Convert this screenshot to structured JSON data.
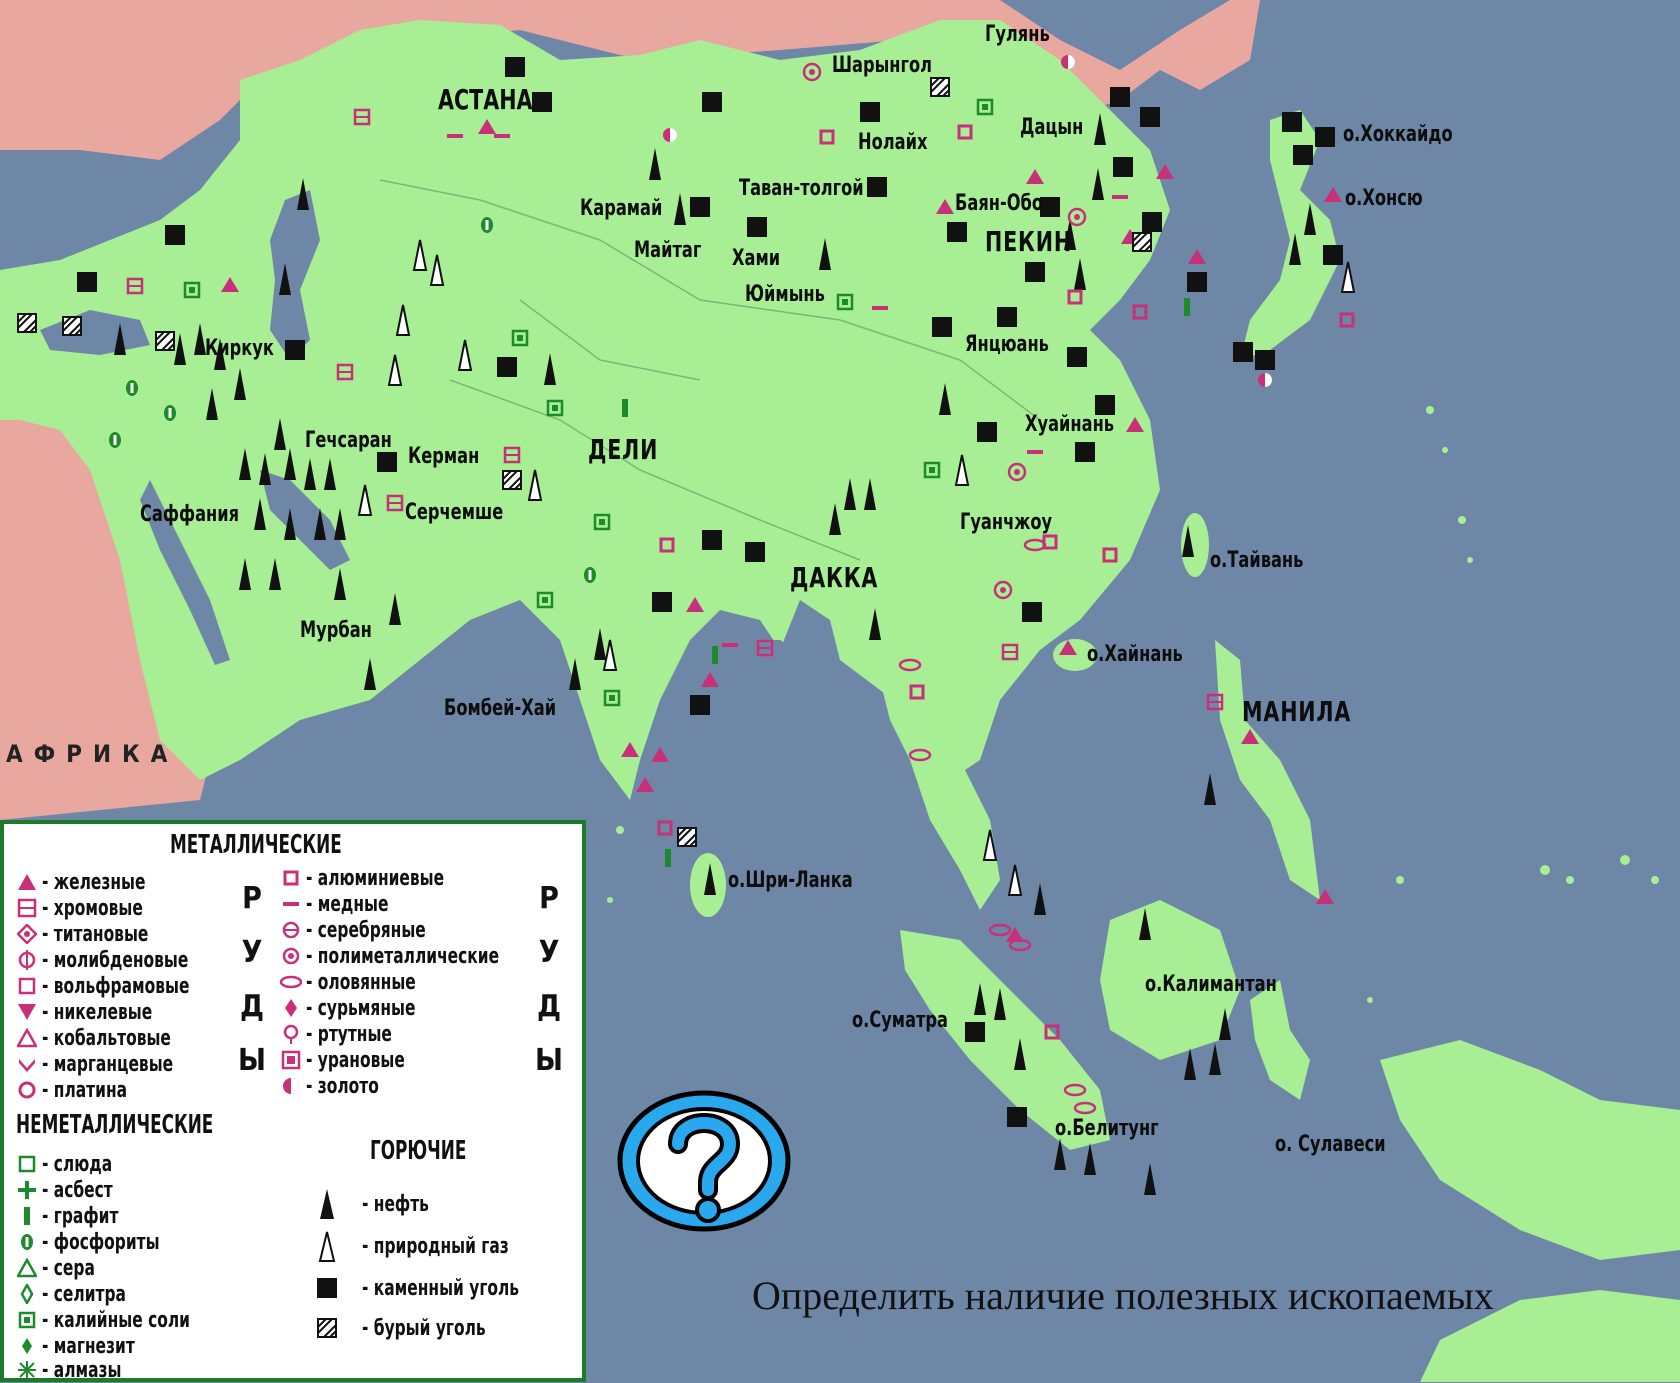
{
  "map": {
    "labels": {
      "astana": "АСТАНА",
      "sheryngol": "Шарынгол",
      "gulyan": "Гулянь",
      "nolaikh": "Нолайх",
      "datsin": "Дацын",
      "hokkaido": "о.Хоккайдо",
      "honsyu": "о.Хонсю",
      "taventolgoi": "Таван-толгой",
      "karamai": "Карамай",
      "maitag": "Майтаг",
      "hami": "Хами",
      "yuimyn": "Юймынь",
      "bayan_obo": "Баян-Обо",
      "pekin": "ПЕКИН",
      "yantsyuan": "Янцюань",
      "kirkuk": "Киркук",
      "gechsaran": "Гечсаран",
      "kerman": "Керман",
      "deli": "ДЕЛИ",
      "sarchemshe": "Серчемше",
      "saffaniya": "Саффания",
      "huainan": "Хуайнань",
      "guanchzhou": "Гуанчжоу",
      "taiwan": "о.Тайвань",
      "dakka": "ДАККА",
      "murban": "Мурбан",
      "hainan": "о.Хайнань",
      "bombei_hai": "Бомбей-Хай",
      "manila": "МАНИЛА",
      "afrika": "АФРИКА",
      "shri_lanka": "о.Шри-Ланка",
      "kalimantan": "о.Калимантан",
      "sumatra": "о.Суматра",
      "belitung": "о.Белитунг",
      "sulavesi": "о. Сулавеси"
    }
  },
  "legend": {
    "title_metal": "МЕТАЛЛИЧЕСКИЕ",
    "ruda_letters": [
      "Р",
      "У",
      "Д",
      "Ы"
    ],
    "ores_left": [
      "- железные",
      "- хромовые",
      "- титановые",
      "- молибденовые",
      "- вольфрамовые",
      "- никелевые",
      "- кобальтовые",
      "- марганцевые",
      "- платина"
    ],
    "ores_right": [
      "- алюминиевые",
      "- медные",
      "- серебряные",
      "- полиметаллические",
      "- оловянные",
      "- сурьмяные",
      "- ртутные",
      "- урановые",
      "- золото"
    ],
    "title_nonmetal": "НЕМЕТАЛЛИЧЕСКИЕ",
    "nonmetal": [
      "- слюда",
      "- асбест",
      "- графит",
      "- фосфориты",
      "- сера",
      "- селитра",
      "- калийные соли",
      "- магнезит",
      "- алмазы"
    ],
    "title_fuel": "ГОРЮЧИЕ",
    "fuel": [
      "- нефть",
      "- природный газ",
      "- каменный уголь",
      "- бурый уголь"
    ]
  },
  "task": {
    "text": "Определить наличие полезных ископаемых"
  },
  "colors": {
    "sea": "#6f87a7",
    "land": "#a8ee95",
    "other_land": "#e8a8a0",
    "legend_border": "#1d7a2c",
    "ore_symbol": "#c8307a",
    "nonmetal_symbol": "#1d8a2c",
    "help_icon": "#2aa8ee"
  }
}
